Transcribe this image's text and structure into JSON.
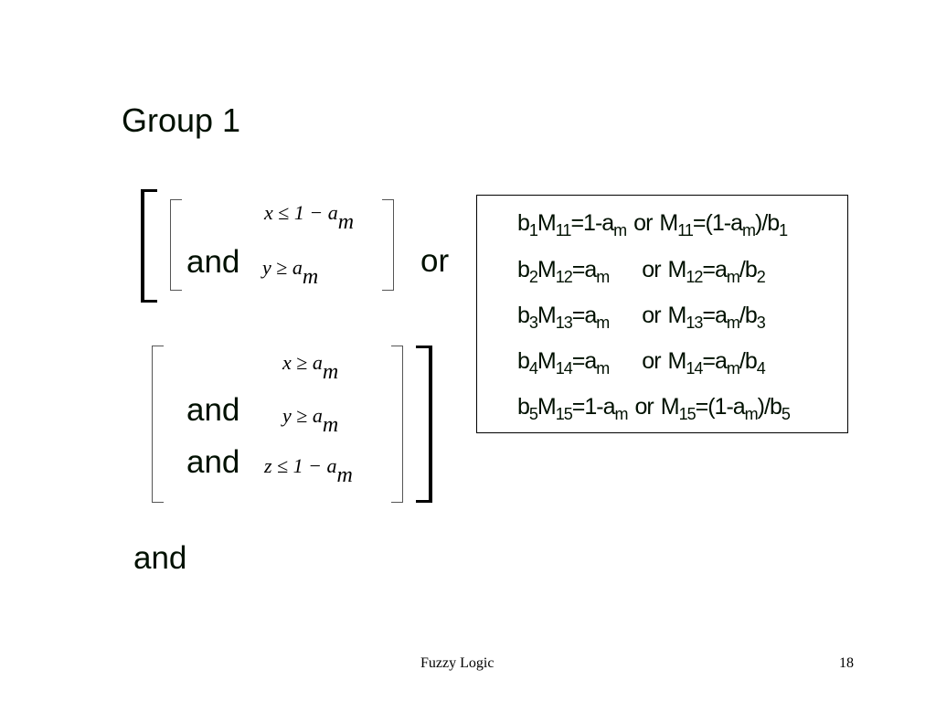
{
  "slide": {
    "title": "Group 1",
    "connectors": {
      "and": "and",
      "or": "or"
    },
    "block1": {
      "c1": {
        "var": "x",
        "op": "≤",
        "rhs": "1 − a",
        "sub": "m"
      },
      "c2": {
        "var": "y",
        "op": "≥",
        "rhs": "a",
        "sub": "m"
      }
    },
    "block2": {
      "c1": {
        "var": "x",
        "op": "≥",
        "rhs": "a",
        "sub": "m"
      },
      "c2": {
        "var": "y",
        "op": "≥",
        "rhs": "a",
        "sub": "m"
      },
      "c3": {
        "var": "z",
        "op": "≤",
        "rhs": "1 − a",
        "sub": "m"
      }
    },
    "equations": [
      {
        "n": "1",
        "mi": "11",
        "rhs_left": "=1-a",
        "right_pre": "=(1-a",
        "right_post": ")/b"
      },
      {
        "n": "2",
        "mi": "12",
        "rhs_left": "=a",
        "right_pre": "=a",
        "right_post": "/b"
      },
      {
        "n": "3",
        "mi": "13",
        "rhs_left": "=a",
        "right_pre": "=a",
        "right_post": "/b"
      },
      {
        "n": "4",
        "mi": "14",
        "rhs_left": "=a",
        "right_pre": "=a",
        "right_post": "/b"
      },
      {
        "n": "5",
        "mi": "15",
        "rhs_left": "=1-a",
        "right_pre": "=(1-a",
        "right_post": ")/b"
      }
    ],
    "eq_b": "b",
    "eq_M": "M",
    "eq_sub_m": "m",
    "eq_or": "or"
  },
  "footer": {
    "title": "Fuzzy Logic",
    "page_number": "18"
  },
  "colors": {
    "text": "#001000",
    "background": "#ffffff"
  }
}
